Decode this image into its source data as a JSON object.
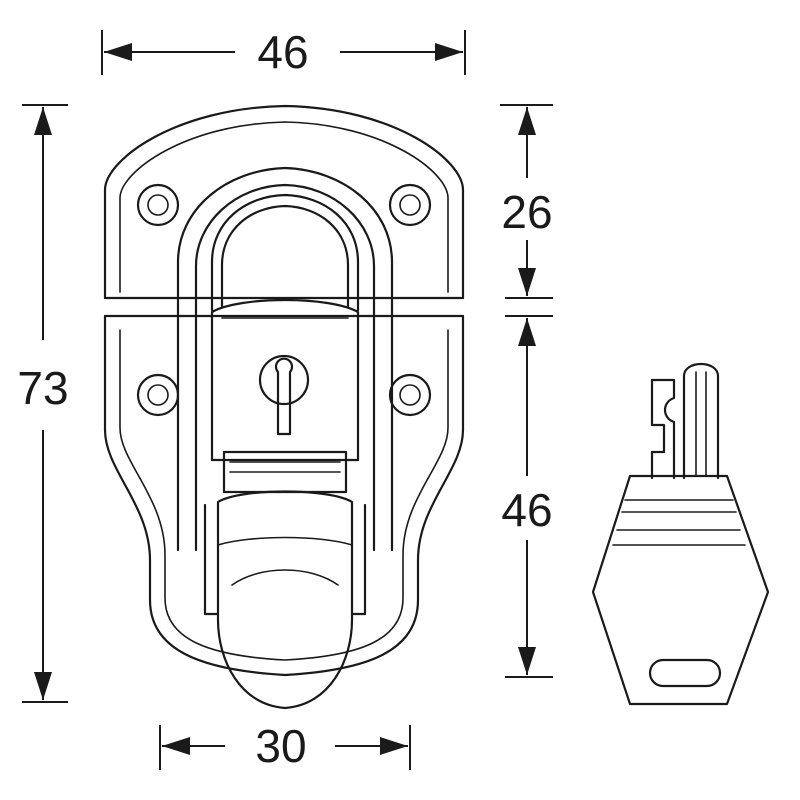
{
  "dimensions": {
    "overall_width": "46",
    "overall_height": "73",
    "upper_plate_height": "26",
    "lower_plate_height": "46",
    "hasp_width": "30"
  },
  "colors": {
    "line": "#1a1a1a",
    "background": "#ffffff"
  }
}
